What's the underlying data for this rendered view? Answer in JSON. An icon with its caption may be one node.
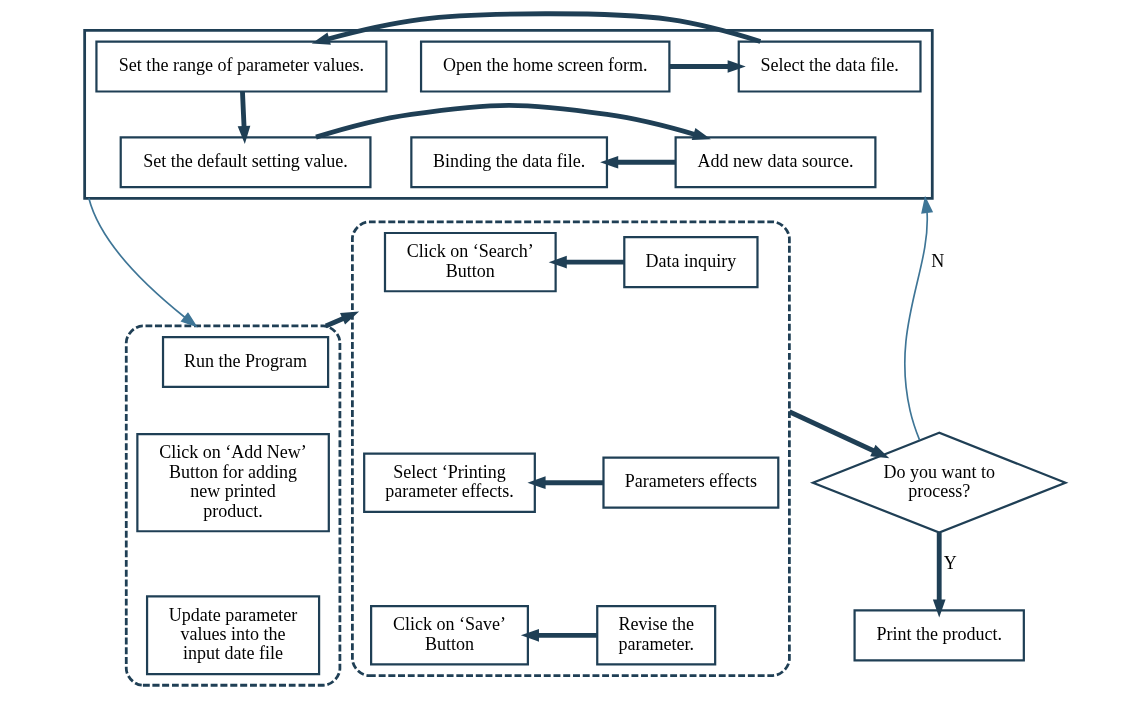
{
  "diagram": {
    "nodes": [
      {
        "text": [],
        "shape": "box"
      },
      {
        "text": [
          "Open the home screen form."
        ],
        "in": 0
      },
      {
        "text": [
          "Select the data file."
        ],
        "in": 0
      },
      {
        "text": [
          "Set the range of parameter values."
        ],
        "in": 0
      },
      {
        "text": [
          "Set the default setting value."
        ],
        "in": 0
      },
      {
        "text": [
          "Add new data source."
        ],
        "in": 0
      },
      {
        "text": [
          "Binding the data file."
        ],
        "in": 0
      },
      {
        "text": [],
        "shape": "rounded"
      },
      {
        "text": [
          "Click on ‘Search’ Button"
        ],
        "in": 7
      },
      {
        "text": [
          "Data inquiry"
        ],
        "in": 7
      },
      {
        "text": [
          "Select ‘Printing parameter effects."
        ],
        "in": 7
      },
      {
        "text": [
          "Parameters effects"
        ],
        "in": 7
      },
      {
        "text": [
          "Click on ‘Save’ Button"
        ],
        "in": 7
      },
      {
        "text": [
          "Revise the parameter."
        ],
        "in": 7
      },
      {
        "text": [],
        "shape": "rounded"
      },
      {
        "text": [
          "Run the Program"
        ],
        "in": 14
      },
      {
        "text": [
          "Click on ‘Add New’ Button for adding new printed product."
        ],
        "in": 14
      },
      {
        "text": [
          "Update parameter values into the input date file"
        ],
        "in": 14
      },
      {
        "text": [
          "Do you want to process?"
        ]
      },
      {
        "text": [
          "Print the product."
        ]
      }
    ],
    "edges": [
      {
        "from": 1,
        "to": 2,
        "arrow": "to"
      },
      {
        "from": 2,
        "to": 3,
        "arrow": "to"
      },
      {
        "from": 3,
        "to": 4,
        "arrow": "to"
      },
      {
        "from": 4,
        "to": 5,
        "arrow": "to"
      },
      {
        "from": 5,
        "to": 6,
        "arrow": "to"
      },
      {
        "from": 9,
        "to": 8,
        "arrow": "to"
      },
      {
        "from": 11,
        "to": 10,
        "arrow": "to"
      },
      {
        "from": 13,
        "to": 12,
        "arrow": "to"
      },
      {
        "from": 14,
        "to": 7,
        "arrow": "to"
      },
      {
        "from": 7,
        "to": 18,
        "arrow": "to"
      },
      {
        "from": 18,
        "to": 19,
        "label": "Y",
        "arrow": "to"
      },
      {
        "from": 18,
        "to": 0,
        "label": "N",
        "arrow": "to",
        "color": "#3e7596"
      },
      {
        "from": 0,
        "to": 14,
        "arrow": "to",
        "color": "#3e7596"
      }
    ]
  }
}
